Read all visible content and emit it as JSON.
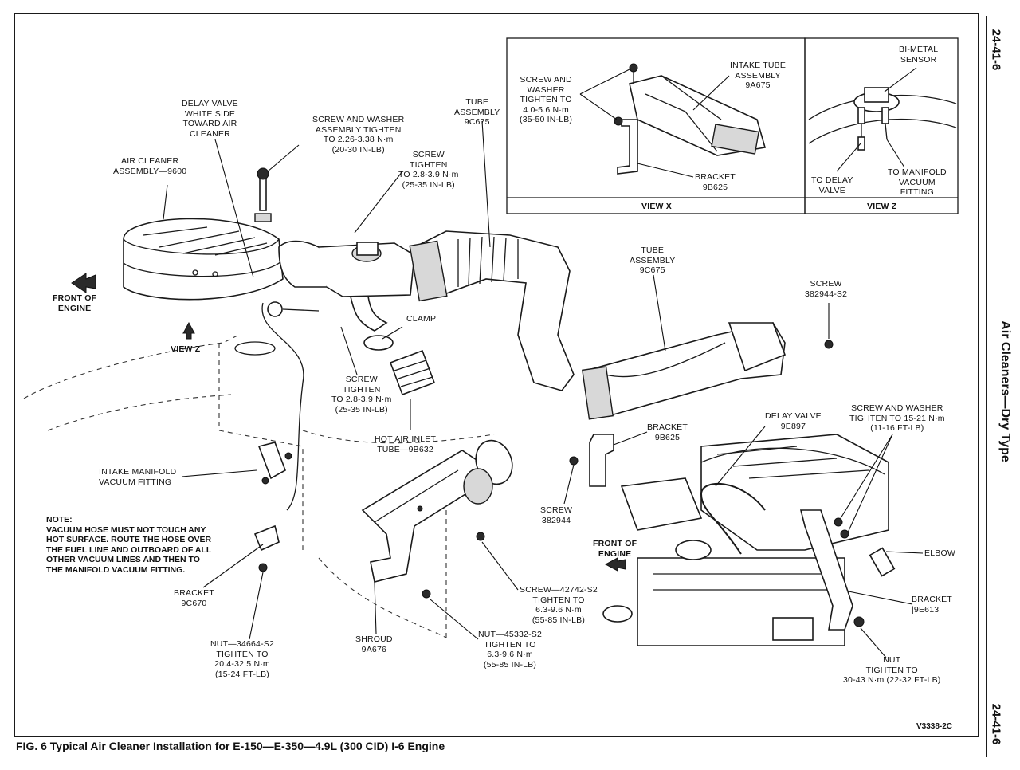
{
  "labels": {
    "delay_valve_white": "DELAY VALVE\nWHITE SIDE\nTOWARD AIR\nCLEANER",
    "screw_washer_assembly": "SCREW AND WASHER\nASSEMBLY TIGHTEN\nTO 2.26-3.38 N·m\n(20-30 IN-LB)",
    "screw_tighten_top": "SCREW\nTIGHTEN\nTO 2.8-3.9 N·m\n(25-35 IN-LB)",
    "tube_assembly_top": "TUBE\nASSEMBLY\n9C675",
    "air_cleaner_assembly": "AIR CLEANER\nASSEMBLY—9600",
    "front_of_engine_left": "FRONT OF\nENGINE",
    "view_z_marker": "VIEW Z",
    "clamp": "CLAMP",
    "screw_tighten_mid": "SCREW\nTIGHTEN\nTO 2.8-3.9 N·m\n(25-35 IN-LB)",
    "hot_air_inlet": "HOT AIR INLET\nTUBE—9B632",
    "intake_manifold_fitting": "INTAKE MANIFOLD\nVACUUM FITTING",
    "bracket_9c670": "BRACKET\n9C670",
    "nut_34664": "NUT—34664-S2\nTIGHTEN TO\n20.4-32.5 N·m\n(15-24 FT-LB)",
    "shroud": "SHROUD\n9A676",
    "nut_45332": "NUT—45332-S2\nTIGHTEN TO\n6.3-9.6 N·m\n(55-85 IN-LB)",
    "screw_42742": "SCREW—42742-S2\nTIGHTEN TO\n6.3-9.6 N·m\n(55-85 IN-LB)",
    "tube_assembly_right": "TUBE\nASSEMBLY\n9C675",
    "screw_382944_s2": "SCREW\n382944-S2",
    "bracket_9b625_mid": "BRACKET\n9B625",
    "screw_382944": "SCREW\n382944",
    "delay_valve_9e897": "DELAY VALVE\n9E897",
    "screw_washer_15_21": "SCREW AND WASHER\nTIGHTEN TO 15-21 N·m\n(11-16 FT-LB)",
    "front_of_engine_right": "FRONT OF\nENGINE",
    "elbow": "ELBOW",
    "bracket_9e613": "BRACKET\n|9E613",
    "nut_right": "NUT\nTIGHTEN TO\n30-43 N·m (22-32 FT-LB)",
    "viewx_screw_washer": "SCREW AND\nWASHER\nTIGHTEN TO\n4.0-5.6 N·m\n(35-50 IN-LB)",
    "viewx_intake_tube": "INTAKE TUBE\nASSEMBLY\n9A675",
    "viewx_bracket": "BRACKET\n9B625",
    "viewx_title": "VIEW X",
    "viewz_bimetal": "BI-METAL\nSENSOR",
    "viewz_to_delay": "TO DELAY\nVALVE",
    "viewz_to_manifold": "TO MANIFOLD\nVACUUM\nFITTING",
    "viewz_title": "VIEW Z"
  },
  "note": "NOTE:\nVACUUM HOSE MUST NOT TOUCH ANY\nHOT SURFACE. ROUTE THE HOSE OVER\nTHE FUEL LINE AND OUTBOARD OF ALL\nOTHER VACUUM LINES AND THEN TO\nTHE MANIFOLD VACUUM FITTING.",
  "caption": "FIG. 6  Typical Air Cleaner Installation for E-150—E-350—4.9L (300 CID) I-6 Engine",
  "figure_code": "V3338-2C",
  "side": {
    "page_top": "24-41-6",
    "title": "Air Cleaners—Dry Type",
    "page_bottom": "24-41-6"
  }
}
